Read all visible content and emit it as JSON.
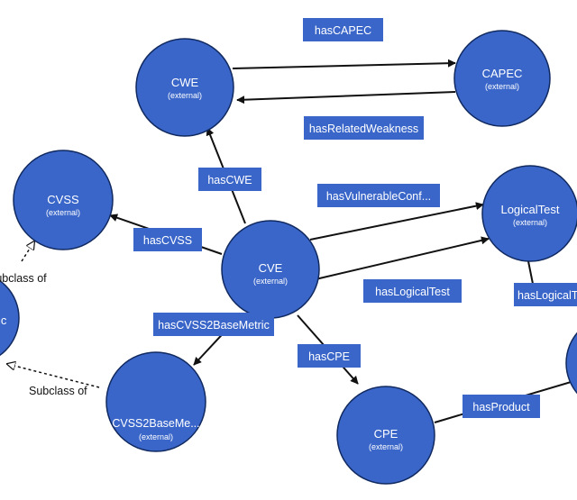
{
  "colors": {
    "node_fill": "#3a66c9",
    "node_stroke": "#10295f",
    "label_fill": "#3a66c9",
    "edge": "#111111"
  },
  "nodes": {
    "cwe": {
      "title": "CWE",
      "sub": "(external)"
    },
    "capec": {
      "title": "CAPEC",
      "sub": "(external)"
    },
    "cvss": {
      "title": "CVSS",
      "sub": "(external)"
    },
    "cve": {
      "title": "CVE",
      "sub": "(external)"
    },
    "logicaltest": {
      "title": "LogicalTest",
      "sub": "(external)"
    },
    "cvss2basemetric": {
      "title": "CVSS2BaseMe...",
      "sub": "(external)"
    },
    "cpe": {
      "title": "CPE",
      "sub": "(external)"
    },
    "left_partial": {
      "title": "ic"
    }
  },
  "edges": {
    "hascapec": "hasCAPEC",
    "hasrelatedweakness": "hasRelatedWeakness",
    "hascwe": "hasCWE",
    "hascvss": "hasCVSS",
    "hasvulnerableconf": "hasVulnerableConf...",
    "haslogicaltest": "hasLogicalTest",
    "haslogicalt_partial": "hasLogicalT",
    "hascvss2basemetric": "hasCVSS2BaseMetric",
    "hascpe": "hasCPE",
    "hasproduct": "hasProduct"
  },
  "subclass": {
    "top": "Subclass of",
    "bottom": "Subclass of"
  }
}
